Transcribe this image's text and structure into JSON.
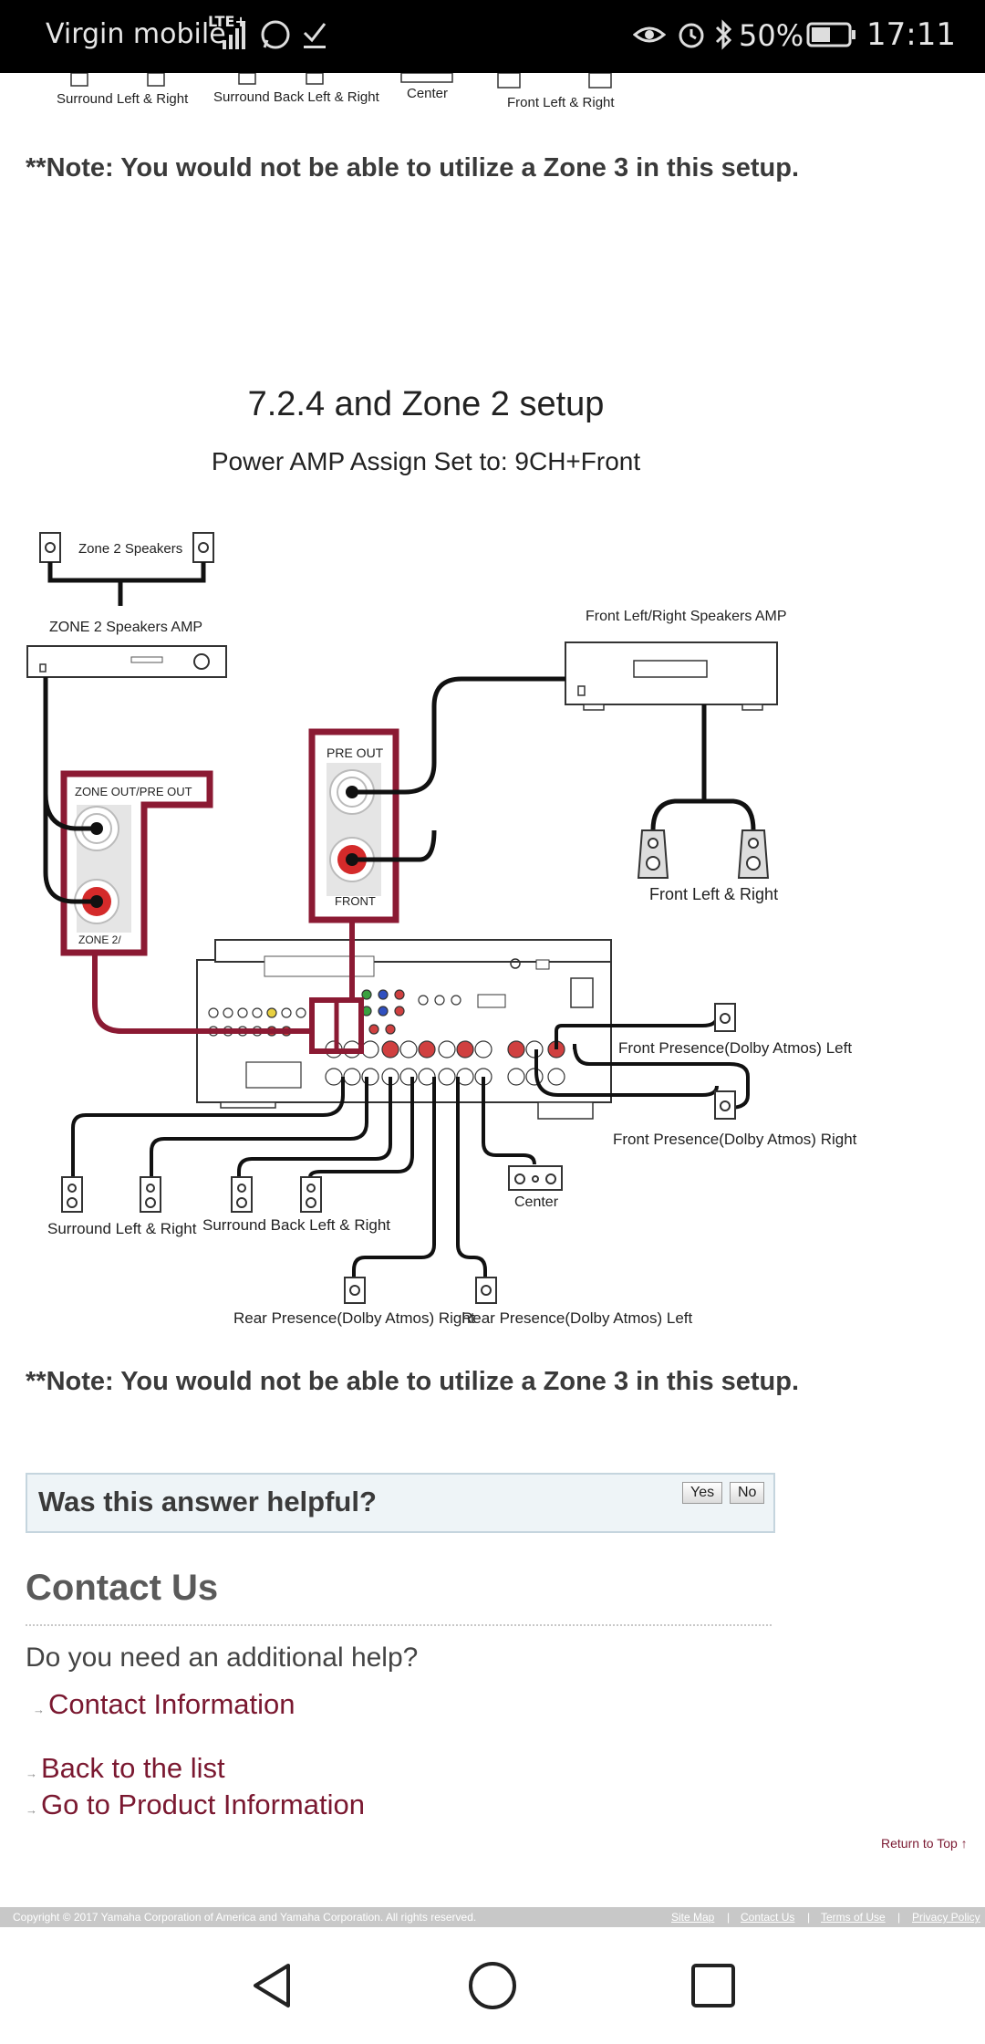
{
  "status_bar": {
    "carrier": "Virgin mobile",
    "network": "LTE+",
    "battery": "50%",
    "time": "17:11",
    "icons": [
      "whatsapp-icon",
      "check-download-icon",
      "eye-icon",
      "alarm-icon",
      "bluetooth-icon",
      "battery-icon"
    ]
  },
  "top_diagram_labels": [
    "Surround Left & Right",
    "Surround Back Left & Right",
    "Center",
    "Front Left & Right"
  ],
  "note_top": "**Note: You would not be able to utilize a Zone 3 in this setup.",
  "diagram": {
    "title": "7.2.4 and Zone 2 setup",
    "subtitle": "Power AMP Assign Set to: 9CH+Front",
    "labels": {
      "zone2_speakers": "Zone 2 Speakers",
      "zone2_amp": "ZONE 2 Speakers AMP",
      "front_amp": "Front Left/Right Speakers AMP",
      "pre_out": "PRE OUT",
      "front": "FRONT",
      "zone_out": "ZONE OUT/PRE OUT",
      "zone2": "ZONE 2/",
      "front_lr": "Front Left & Right",
      "fp_left": "Front Presence(Dolby Atmos) Left",
      "fp_right": "Front Presence(Dolby Atmos) Right",
      "center": "Center",
      "surround_lr": "Surround Left & Right",
      "surround_back": "Surround Back Left & Right",
      "rear_right": "Rear Presence(Dolby Atmos) Right",
      "rear_left": "Rear Presence(Dolby Atmos) Left"
    }
  },
  "note_bottom": "**Note: You would not be able to utilize a Zone 3 in this setup.",
  "feedback": {
    "question": "Was this answer helpful?",
    "yes": "Yes",
    "no": "No"
  },
  "contact": {
    "title": "Contact Us",
    "prompt": "Do you need an additional help?",
    "contact_info": "Contact Information"
  },
  "links": {
    "back": "Back to the list",
    "product": "Go to Product Information",
    "return_top": "Return to Top ↑"
  },
  "footer": {
    "copyright": "Copyright © 2017 Yamaha Corporation of America and Yamaha Corporation. All rights reserved.",
    "links": [
      "Site Map",
      "Contact Us",
      "Terms of Use",
      "Privacy Policy"
    ]
  },
  "colors": {
    "accent": "#7a1830",
    "connector_red": "#8b1a33"
  }
}
